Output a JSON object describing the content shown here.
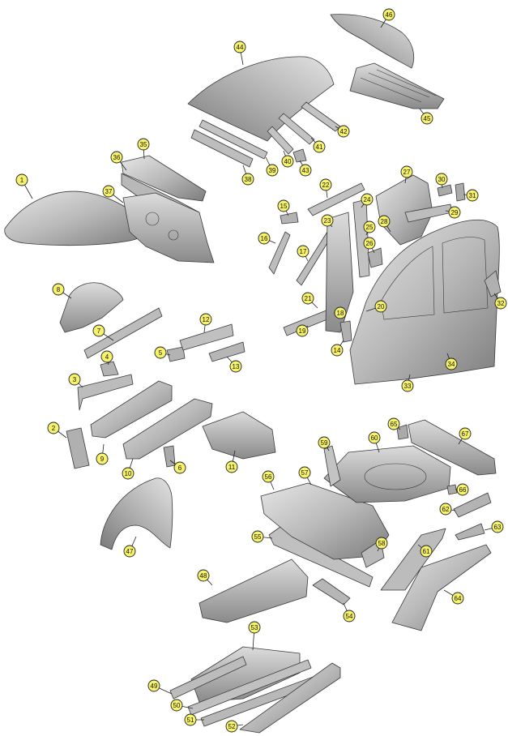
{
  "diagram": {
    "colors": {
      "panel_light": "#d2d2d2",
      "panel_mid": "#b4b4b4",
      "panel_dark": "#8d8d8d",
      "outline": "#3a3a3a",
      "callout_fill": "#f6f26c",
      "callout_stroke": "#222222"
    },
    "callouts": [
      {
        "id": "1",
        "label": "1"
      },
      {
        "id": "2",
        "label": "2"
      },
      {
        "id": "3",
        "label": "3"
      },
      {
        "id": "4",
        "label": "4"
      },
      {
        "id": "5",
        "label": "5"
      },
      {
        "id": "6",
        "label": "6"
      },
      {
        "id": "7",
        "label": "7"
      },
      {
        "id": "8",
        "label": "8"
      },
      {
        "id": "9",
        "label": "9"
      },
      {
        "id": "10",
        "label": "10"
      },
      {
        "id": "11",
        "label": "11"
      },
      {
        "id": "12",
        "label": "12"
      },
      {
        "id": "13",
        "label": "13"
      },
      {
        "id": "14",
        "label": "14"
      },
      {
        "id": "15",
        "label": "15"
      },
      {
        "id": "16",
        "label": "16"
      },
      {
        "id": "17",
        "label": "17"
      },
      {
        "id": "18",
        "label": "18"
      },
      {
        "id": "19",
        "label": "19"
      },
      {
        "id": "20",
        "label": "20"
      },
      {
        "id": "21",
        "label": "21"
      },
      {
        "id": "22",
        "label": "22"
      },
      {
        "id": "23",
        "label": "23"
      },
      {
        "id": "24",
        "label": "24"
      },
      {
        "id": "25",
        "label": "25"
      },
      {
        "id": "26",
        "label": "26"
      },
      {
        "id": "27",
        "label": "27"
      },
      {
        "id": "28",
        "label": "28"
      },
      {
        "id": "29",
        "label": "29"
      },
      {
        "id": "30",
        "label": "30"
      },
      {
        "id": "31",
        "label": "31"
      },
      {
        "id": "32",
        "label": "32"
      },
      {
        "id": "33",
        "label": "33"
      },
      {
        "id": "34",
        "label": "34"
      },
      {
        "id": "35",
        "label": "35"
      },
      {
        "id": "36",
        "label": "36"
      },
      {
        "id": "37",
        "label": "37"
      },
      {
        "id": "38",
        "label": "38"
      },
      {
        "id": "39",
        "label": "39"
      },
      {
        "id": "40",
        "label": "40"
      },
      {
        "id": "41",
        "label": "41"
      },
      {
        "id": "42",
        "label": "42"
      },
      {
        "id": "43",
        "label": "43"
      },
      {
        "id": "44",
        "label": "44"
      },
      {
        "id": "45",
        "label": "45"
      },
      {
        "id": "46",
        "label": "46"
      },
      {
        "id": "47",
        "label": "47"
      },
      {
        "id": "48",
        "label": "48"
      },
      {
        "id": "49",
        "label": "49"
      },
      {
        "id": "50",
        "label": "50"
      },
      {
        "id": "51",
        "label": "51"
      },
      {
        "id": "52",
        "label": "52"
      },
      {
        "id": "53",
        "label": "53"
      },
      {
        "id": "54",
        "label": "54"
      },
      {
        "id": "55",
        "label": "55"
      },
      {
        "id": "56",
        "label": "56"
      },
      {
        "id": "57",
        "label": "57"
      },
      {
        "id": "58",
        "label": "58"
      },
      {
        "id": "59",
        "label": "59"
      },
      {
        "id": "60",
        "label": "60"
      },
      {
        "id": "61",
        "label": "61"
      },
      {
        "id": "62",
        "label": "62"
      },
      {
        "id": "63",
        "label": "63"
      },
      {
        "id": "64",
        "label": "64"
      },
      {
        "id": "65",
        "label": "65"
      },
      {
        "id": "66",
        "label": "66"
      },
      {
        "id": "67",
        "label": "67"
      }
    ]
  }
}
